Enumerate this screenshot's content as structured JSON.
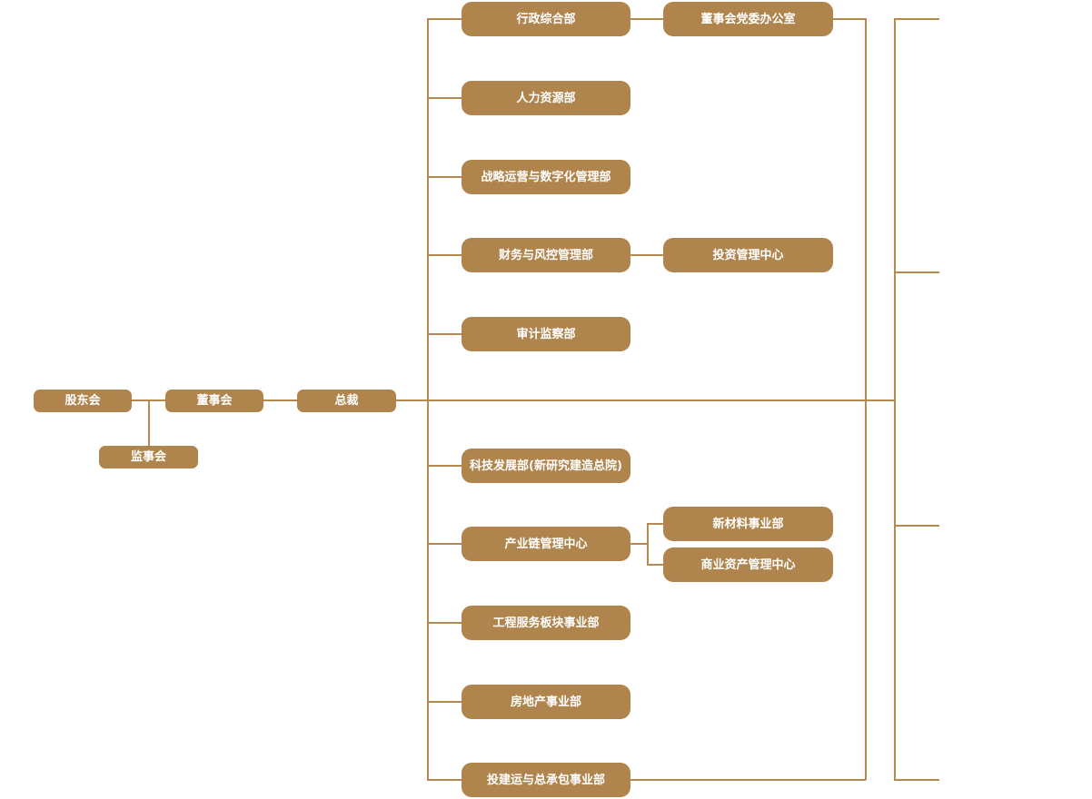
{
  "colors": {
    "box_fill": "#AF854D",
    "connector_line": "#B5894F",
    "box_text": "#FFFFFF",
    "background": "#FFFFFF"
  },
  "org_chart": {
    "type": "organization-diagram",
    "nodes": {
      "shareholders": "股东会",
      "supervisory_board": "监事会",
      "board_of_directors": "董事会",
      "president": "总裁",
      "admin_general": "行政综合部",
      "hr": "人力资源部",
      "strategy_digital": "战略运营与数字化管理部",
      "finance_risk": "财务与风控管理部",
      "audit_supervision": "审计监察部",
      "tech_development": "科技发展部(新研究建造总院)",
      "industry_chain": "产业链管理中心",
      "engineering_services": "工程服务板块事业部",
      "real_estate": "房地产事业部",
      "invest_build_epc": "投建运与总承包事业部",
      "party_committee_office": "董事会党委办公室",
      "investment_center": "投资管理中心",
      "new_materials": "新材料事业部",
      "commercial_assets": "商业资产管理中心"
    },
    "edges": [
      {
        "from": "股东会",
        "to": "董事会"
      },
      {
        "from": "股东会",
        "to": "监事会"
      },
      {
        "from": "董事会",
        "to": "总裁"
      },
      {
        "from": "总裁",
        "to": "行政综合部"
      },
      {
        "from": "总裁",
        "to": "人力资源部"
      },
      {
        "from": "总裁",
        "to": "战略运营与数字化管理部"
      },
      {
        "from": "总裁",
        "to": "财务与风控管理部"
      },
      {
        "from": "总裁",
        "to": "审计监察部"
      },
      {
        "from": "总裁",
        "to": "科技发展部(新研究建造总院)"
      },
      {
        "from": "总裁",
        "to": "产业链管理中心"
      },
      {
        "from": "总裁",
        "to": "工程服务板块事业部"
      },
      {
        "from": "总裁",
        "to": "房地产事业部"
      },
      {
        "from": "总裁",
        "to": "投建运与总承包事业部"
      },
      {
        "from": "行政综合部",
        "to": "董事会党委办公室"
      },
      {
        "from": "财务与风控管理部",
        "to": "投资管理中心"
      },
      {
        "from": "产业链管理中心",
        "to": "新材料事业部"
      },
      {
        "from": "产业链管理中心",
        "to": "商业资产管理中心"
      }
    ]
  }
}
